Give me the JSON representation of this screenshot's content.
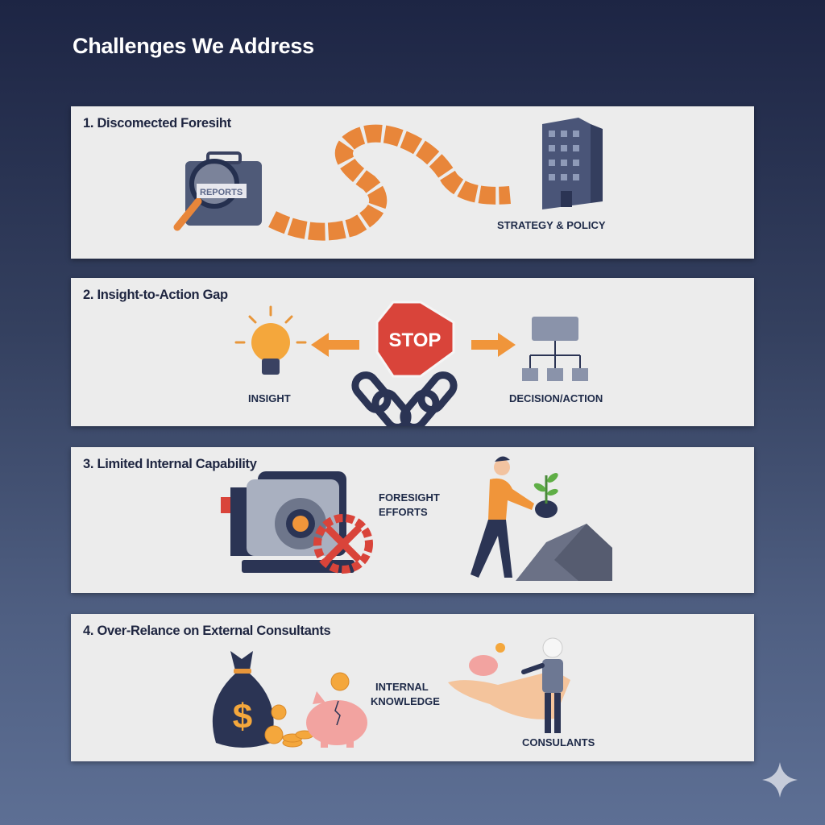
{
  "page": {
    "title": "Challenges We Address"
  },
  "panels": [
    {
      "title": "1. Discomected Foresiht",
      "briefcase_label": "REPORTS",
      "label": "STRATEGY & POLICY"
    },
    {
      "title": "2. Insight-to-Action Gap",
      "stop_sign": "STOP",
      "left_label": "INSIGHT",
      "right_label": "DECISION/ACTION"
    },
    {
      "title": "3. Limited Internal Capability",
      "label_line1": "FORESIGHT",
      "label_line2": "EFFORTS"
    },
    {
      "title": "4. Over-Relance on External Consultants",
      "bag_symbol": "$",
      "label_line1": "INTERNAL",
      "label_line2": "KNOWLEDGE",
      "right_label": "CONSULANTS"
    }
  ],
  "colors": {
    "navy": "#2b3454",
    "orange": "#e8863a",
    "red": "#d9443a",
    "panel": "#ececec"
  }
}
